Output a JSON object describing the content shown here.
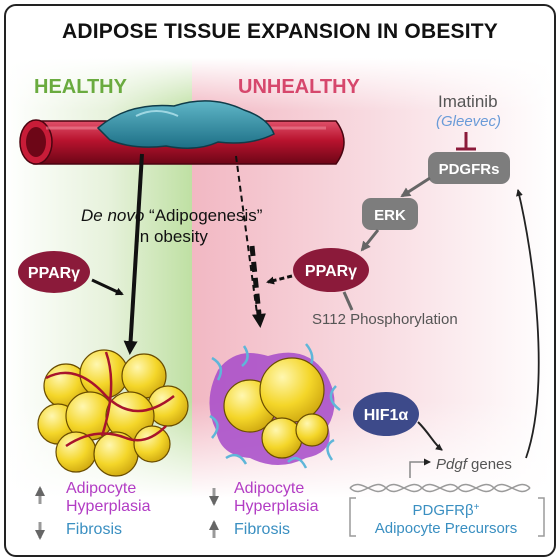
{
  "title": "ADIPOSE TISSUE EXPANSION IN OBESITY",
  "healthy": {
    "label": "HEALTHY",
    "pparg": "PPARγ",
    "outcome1": "Adipocyte",
    "outcome2": "Hyperplasia",
    "outcome3": "Fibrosis"
  },
  "unhealthy": {
    "label": "UNHEALTHY",
    "pparg": "PPARγ",
    "phospho": "S112 Phosphorylation",
    "outcome1": "Adipocyte",
    "outcome2": "Hyperplasia",
    "outcome3": "Fibrosis"
  },
  "center": {
    "line1_italic": "De novo",
    "line1_rest": " “Adipogenesis”",
    "line2": "in obesity"
  },
  "pathway": {
    "drug": "Imatinib",
    "drug_alt": "(Gleevec)",
    "receptor": "PDGFRs",
    "erk": "ERK",
    "hif": "HIF1α",
    "genes_italic": "Pdgf",
    "genes_rest": " genes",
    "precursor1": "PDGFRβ",
    "precursor1_sup": "+",
    "precursor2": "Adipocyte Precursors"
  },
  "colors": {
    "healthy": "#6aab3f",
    "unhealthy": "#d6476c",
    "pparg": "#8b1a3a",
    "grey_box": "#7d7d7d",
    "hif": "#3d4a8a",
    "outcome_purple": "#b23cc4",
    "fibrosis_blue": "#3a8fc1",
    "gleevec_blue": "#6a9bd8"
  }
}
